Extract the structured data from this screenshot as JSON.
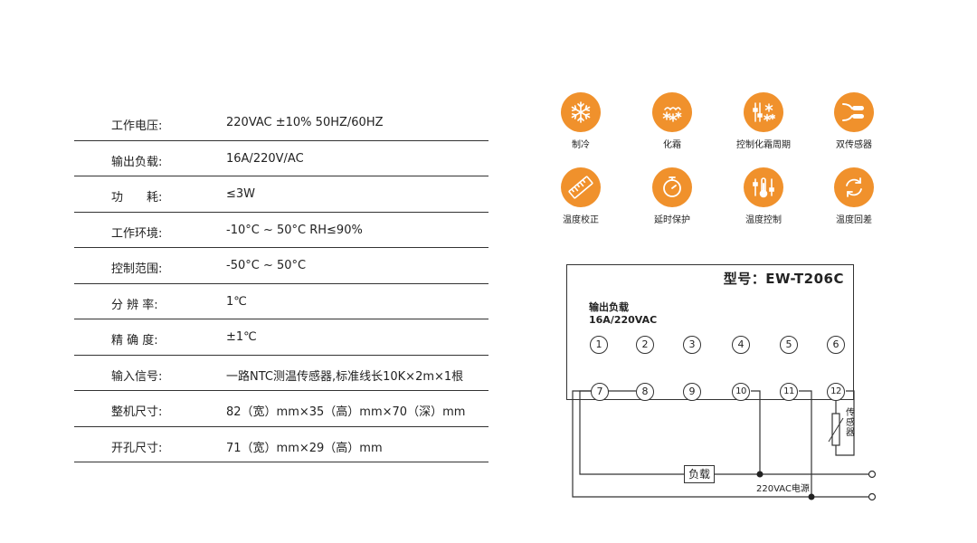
{
  "specs": [
    {
      "label": "工作电压:",
      "value": "220VAC ±10% 50HZ/60HZ"
    },
    {
      "label": "输出负载:",
      "value": "16A/220V/AC"
    },
    {
      "label": "功　　耗:",
      "value": "≤3W"
    },
    {
      "label": "工作环境:",
      "value": "-10°C ~ 50°C RH≤90%"
    },
    {
      "label": "控制范围:",
      "value": "-50°C ~ 50°C"
    },
    {
      "label": "分 辨 率:",
      "value": "1℃"
    },
    {
      "label": "精 确 度:",
      "value": "±1℃"
    },
    {
      "label": "输入信号:",
      "value": "一路NTC测温传感器,标准线长10K×2m×1根"
    },
    {
      "label": "整机尺寸:",
      "value": "82（宽）mm×35（高）mm×70（深）mm"
    },
    {
      "label": "开孔尺寸:",
      "value": "71（宽）mm×29（高）mm"
    }
  ],
  "features": [
    {
      "label": "制冷",
      "icon": "snowflake-icon"
    },
    {
      "label": "化霜",
      "icon": "defrost-icon"
    },
    {
      "label": "控制化霜周期",
      "icon": "defrost-cycle-icon"
    },
    {
      "label": "双传感器",
      "icon": "dual-sensor-icon"
    },
    {
      "label": "温度校正",
      "icon": "ruler-icon"
    },
    {
      "label": "延时保护",
      "icon": "timer-icon"
    },
    {
      "label": "温度控制",
      "icon": "thermometer-icon"
    },
    {
      "label": "温度回差",
      "icon": "hysteresis-icon"
    }
  ],
  "accent_color": "#f0912c",
  "diagram": {
    "model": "型号：EW-T206C",
    "output_label": "输出负载",
    "output_value": "16A/220VAC",
    "terminals_top": [
      "1",
      "2",
      "3",
      "4",
      "5",
      "6"
    ],
    "terminals_bottom": [
      "7",
      "8",
      "9",
      "10",
      "11",
      "12"
    ],
    "load_label": "负载",
    "sensor_label": "传感器",
    "power_label": "220VAC电源"
  }
}
